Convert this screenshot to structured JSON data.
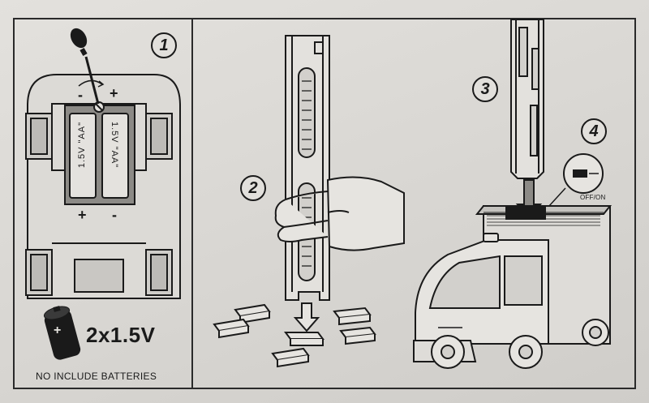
{
  "steps": [
    "1",
    "2",
    "3",
    "4"
  ],
  "battery_compartment": {
    "cell_left": "1.5V \"AA\"",
    "cell_right": "1.5V \"AA\"",
    "plus": "+",
    "minus": "-"
  },
  "battery_info": {
    "quantity": "2x1.5V",
    "note": "NO INCLUDE BATTERIES"
  },
  "switch": {
    "label": "OFF/ON"
  },
  "icons": [
    "screwdriver-icon",
    "battery-icon",
    "hand-icon",
    "arrow-down-icon",
    "switch-icon"
  ]
}
